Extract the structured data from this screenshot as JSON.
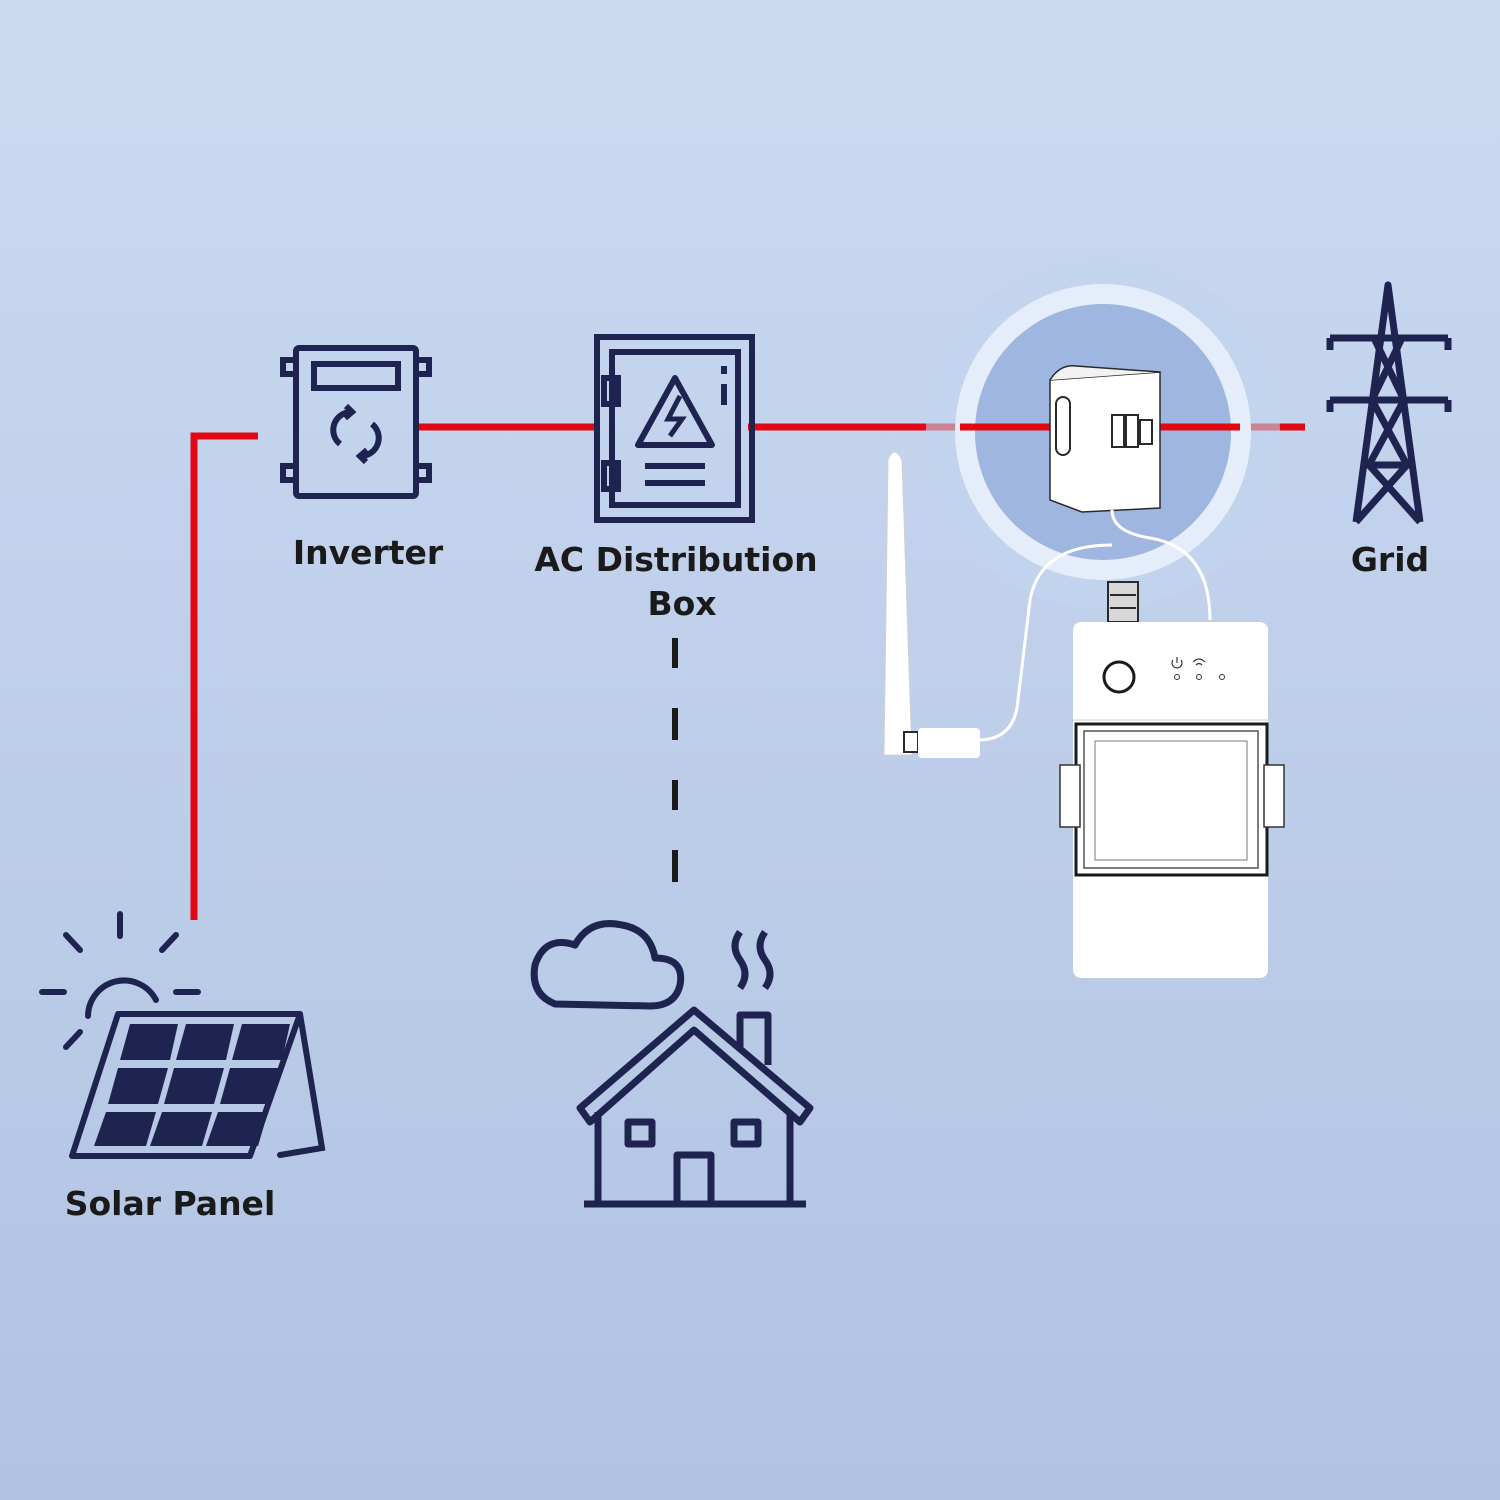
{
  "labels": {
    "inverter": "Inverter",
    "ac_box_line1": "AC Distribution",
    "ac_box_line2": "Box",
    "grid": "Grid",
    "solar_panel": "Solar Panel"
  },
  "colors": {
    "line_red": "#e30613",
    "icon_navy": "#1f2350",
    "device_white": "#ffffff",
    "halo_blue": "#9fb6e0"
  },
  "icons": [
    "inverter-icon",
    "distribution-box-icon",
    "current-clamp-icon",
    "power-tower-icon",
    "solar-panel-icon",
    "house-icon",
    "antenna-icon",
    "power-meter-device"
  ]
}
